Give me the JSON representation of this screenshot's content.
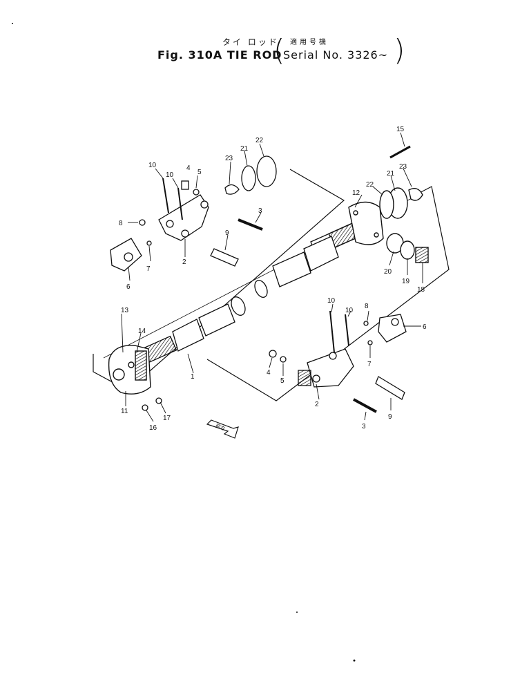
{
  "header": {
    "title_jp": "タイ ロッド",
    "serial_jp": "適用号機",
    "figure": "Fig. 310A",
    "title": "TIE ROD",
    "serial": "Serial No. 3326~"
  },
  "direction_badge": "前方",
  "callouts": [
    {
      "id": "c-15a",
      "label": "15"
    },
    {
      "id": "c-22a",
      "label": "22"
    },
    {
      "id": "c-21a",
      "label": "21"
    },
    {
      "id": "c-23a",
      "label": "23"
    },
    {
      "id": "c-10a",
      "label": "10"
    },
    {
      "id": "c-10b",
      "label": "10"
    },
    {
      "id": "c-4a",
      "label": "4"
    },
    {
      "id": "c-5a",
      "label": "5"
    },
    {
      "id": "c-3a",
      "label": "3"
    },
    {
      "id": "c-8a",
      "label": "8"
    },
    {
      "id": "c-9a",
      "label": "9"
    },
    {
      "id": "c-2a",
      "label": "2"
    },
    {
      "id": "c-7a",
      "label": "7"
    },
    {
      "id": "c-6a",
      "label": "6"
    },
    {
      "id": "c-12",
      "label": "12"
    },
    {
      "id": "c-22b",
      "label": "22"
    },
    {
      "id": "c-21b",
      "label": "21"
    },
    {
      "id": "c-23b",
      "label": "23"
    },
    {
      "id": "c-20",
      "label": "20"
    },
    {
      "id": "c-19",
      "label": "19"
    },
    {
      "id": "c-18",
      "label": "18"
    },
    {
      "id": "c-13",
      "label": "13"
    },
    {
      "id": "c-14",
      "label": "14"
    },
    {
      "id": "c-1",
      "label": "1"
    },
    {
      "id": "c-11",
      "label": "11"
    },
    {
      "id": "c-16",
      "label": "16"
    },
    {
      "id": "c-17",
      "label": "17"
    },
    {
      "id": "c-10c",
      "label": "10"
    },
    {
      "id": "c-10d",
      "label": "10"
    },
    {
      "id": "c-8b",
      "label": "8"
    },
    {
      "id": "c-6b",
      "label": "6"
    },
    {
      "id": "c-7b",
      "label": "7"
    },
    {
      "id": "c-4b",
      "label": "4"
    },
    {
      "id": "c-5b",
      "label": "5"
    },
    {
      "id": "c-2b",
      "label": "2"
    },
    {
      "id": "c-3b",
      "label": "3"
    },
    {
      "id": "c-9b",
      "label": "9"
    }
  ]
}
